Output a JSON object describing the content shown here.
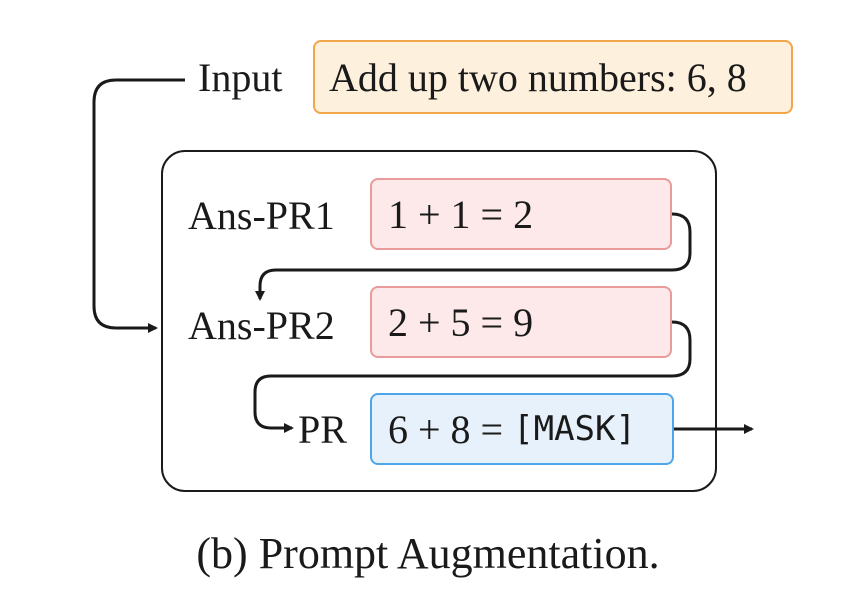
{
  "input": {
    "label": "Input",
    "text": "Add up two numbers: 6, 8"
  },
  "demos": [
    {
      "label": "Ans-PR1",
      "text": "1 + 1 = 2"
    },
    {
      "label": "Ans-PR2",
      "text": "2 + 5 = 9"
    }
  ],
  "prompt": {
    "label": "PR",
    "text": "6 + 8 = ",
    "mask": "[MASK]"
  },
  "caption": "(b) Prompt Augmentation."
}
